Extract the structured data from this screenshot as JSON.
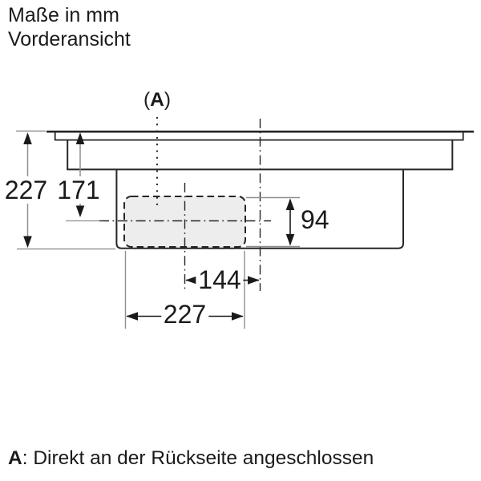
{
  "header": {
    "units_line": "Maße in mm",
    "view_line": "Vorderansicht"
  },
  "marker_a": {
    "open": "(",
    "letter": "A",
    "close": ")"
  },
  "dimensions": {
    "total_height": "227",
    "surface_to_axis": "171",
    "outlet_height": "94",
    "axis_offset": "144",
    "outlet_width": "227"
  },
  "footnote": {
    "prefix": "A",
    "text": ": Direkt an der Rückseite angeschlossen"
  },
  "colors": {
    "outline": "#262626",
    "dimension_gray": "#8f8f8f",
    "outlet_fill": "#ededed",
    "text": "#1a1a1a",
    "background": "#ffffff"
  }
}
